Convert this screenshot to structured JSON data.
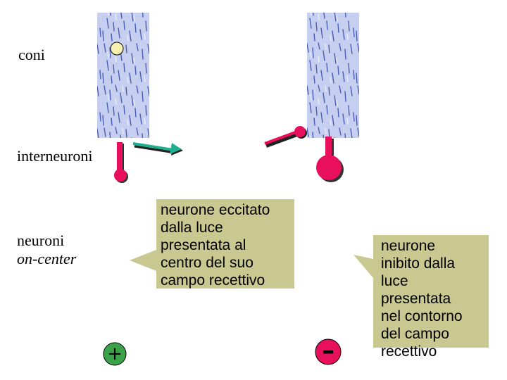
{
  "labels": {
    "cones": "coni",
    "interneurons": "interneuroni",
    "neurons_line1": "neuroni",
    "neurons_line2": "on-center"
  },
  "callouts": {
    "excited": "neurone eccitato\ndalla luce\npresentata al\ncentro del suo\ncampo recettivo",
    "inhibited": "neurone\ninibito dalla\nluce\npresentata\nnel contorno\ndel campo\nrecettivo"
  },
  "signs": {
    "plus": "+",
    "minus": "–"
  },
  "colors": {
    "neuron": "#e8105a",
    "arrow": "#20b090",
    "callout": "#c8c890",
    "plus_fill": "#3aa34a",
    "cone_dot": "#f5f0b0",
    "strip_base": "#c6cff0",
    "strip_streak": "#3448a8"
  }
}
